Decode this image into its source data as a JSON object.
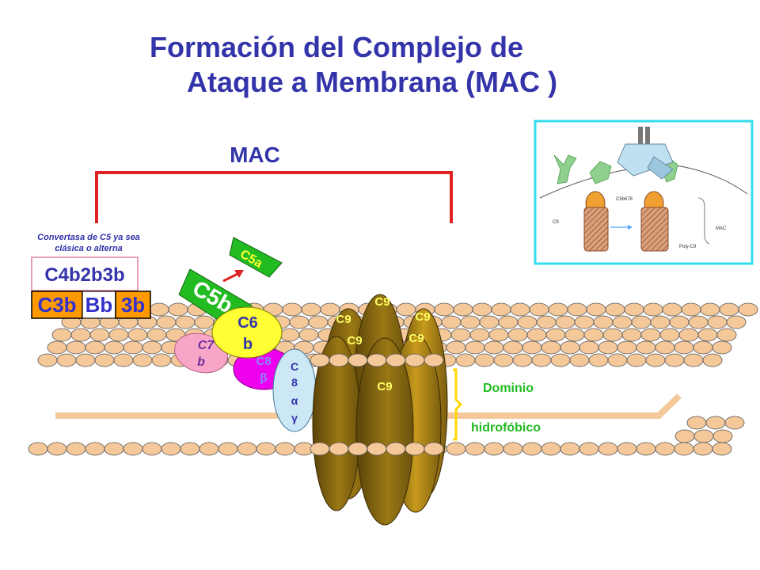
{
  "title": {
    "line1": "Formación del Complejo de",
    "line2": "Ataque a Membrana (MAC )"
  },
  "mac_label": "MAC",
  "convertasa_note": {
    "line1": "Convertasa  de C5 ya sea",
    "line2": "clásica o alterna"
  },
  "classical_convertase": "C4b2b3b",
  "alternative_convertase": {
    "c3b_left": "C3b",
    "bb": "Bb",
    "c3b_right": "3b"
  },
  "components": {
    "c5a": "C5a",
    "c5b": "C5b",
    "c6b_line1": "C6",
    "c6b_line2": "b",
    "c7b_line1": "C7",
    "c7b_line2": "b",
    "c8b_line1": "C8",
    "c8b_line2": "β",
    "c8ag": [
      "C",
      "8",
      "α",
      "γ"
    ]
  },
  "c9_labels": [
    "C9",
    "C9",
    "C9",
    "C9",
    "C9",
    "C9"
  ],
  "hydrophobic_domain": {
    "line1": "Dominio",
    "line2": "hidrofóbico"
  },
  "inset": {
    "c5b678": "C5b678",
    "c9": "C9",
    "mac": "MAC",
    "poly_c9": "Poly-C9"
  },
  "colors": {
    "title": "#3333aa",
    "bracket": "#dd2222",
    "lipid_head": "#f5c89a",
    "c9": "#8b6a12",
    "c5b": "#22bb22",
    "c6b": "#ffff33",
    "c7b": "#f7a6c8",
    "c8b": "#ee00ee",
    "c8ag": "#cce7f5",
    "c3b": "#ff9900",
    "domain": "#ffd700"
  }
}
